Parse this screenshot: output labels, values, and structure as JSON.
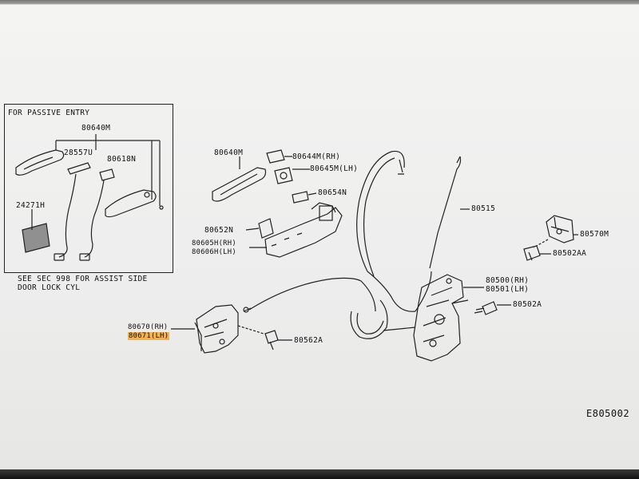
{
  "inset": {
    "title": "FOR PASSIVE ENTRY",
    "part_80640M": "80640M",
    "part_28557U": "28557U",
    "part_80618N": "80618N",
    "part_24271H": "24271H"
  },
  "note": {
    "line1": "SEE SEC 998 FOR ASSIST SIDE",
    "line2": "DOOR LOCK CYL"
  },
  "parts": {
    "p80640M": "80640M",
    "p80644M": "80644M(RH)",
    "p80645M": "80645M(LH)",
    "p80654N": "80654N",
    "p80652N": "80652N",
    "p80605H": "80605H(RH)",
    "p80606H": "80606H(LH)",
    "p80515": "80515",
    "p80570M": "80570M",
    "p80502AA": "80502AA",
    "p80500": "80500(RH)",
    "p80501": "80501(LH)",
    "p80502A": "80502A",
    "p80670": "80670(RH)",
    "p80671": "80671(LH)",
    "p80562A": "80562A"
  },
  "diagram_code": "E805002",
  "colors": {
    "highlight": "#f5b24a",
    "line": "#222222"
  }
}
